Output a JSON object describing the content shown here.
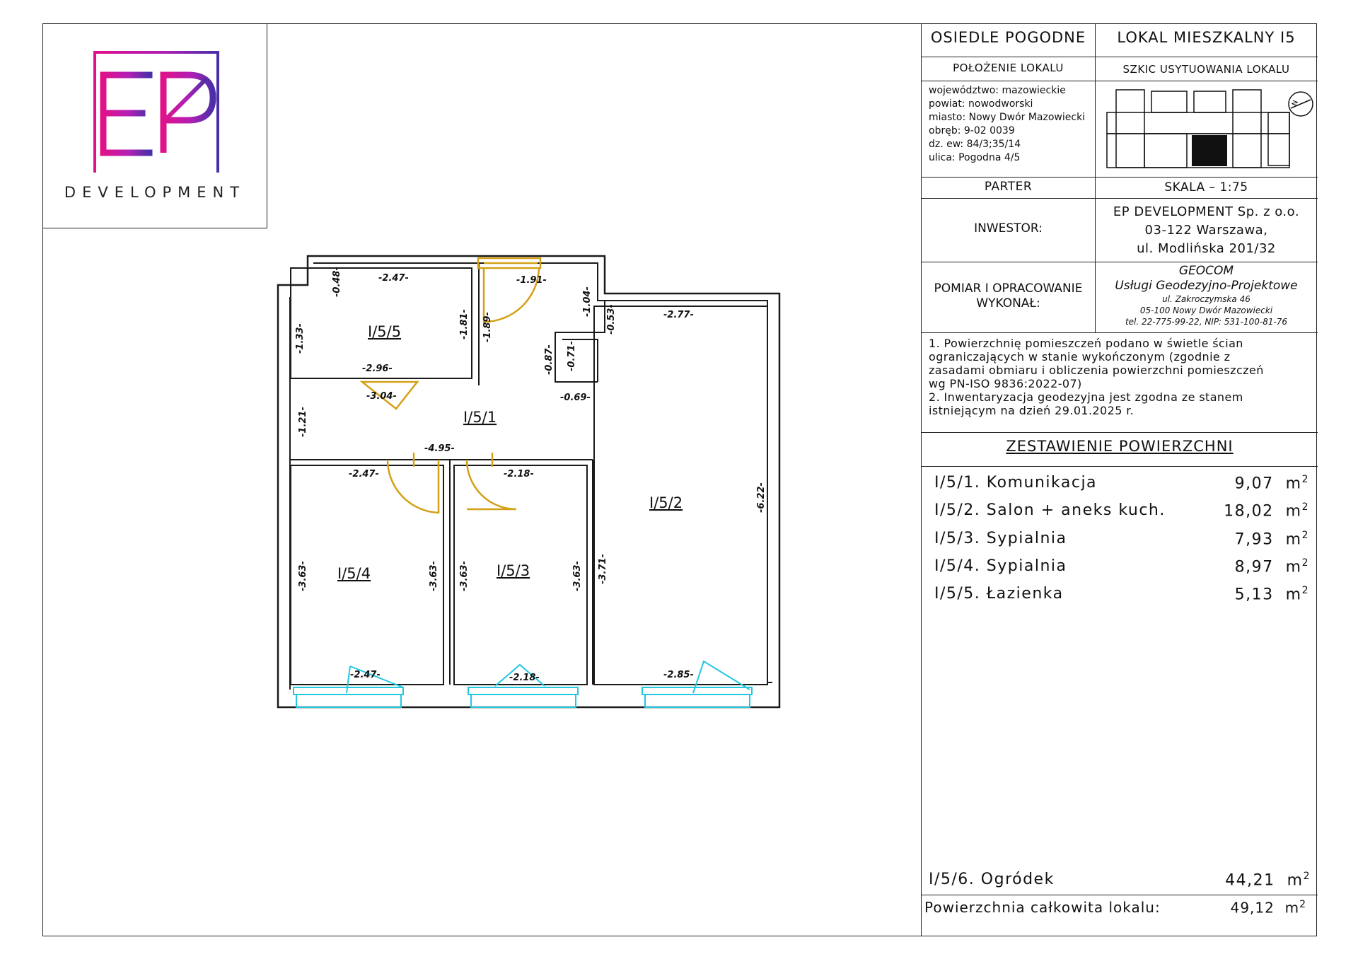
{
  "logo": {
    "letters": "EP",
    "subtitle": "DEVELOPMENT",
    "colors": {
      "gradient_start": "#e0118a",
      "gradient_mid": "#b21fb5",
      "gradient_end": "#4a2fa8"
    }
  },
  "title_block": {
    "estate": "OSIEDLE POGODNE",
    "unit": "LOKAL MIESZKALNY I5",
    "location_header": "POŁOŻENIE LOKALU",
    "sketch_header": "SZKIC USYTUOWANIA LOKALU",
    "location_lines": [
      "województwo: mazowieckie",
      "powiat: nowodworski",
      "miasto: Nowy Dwór Mazowiecki",
      "obręb: 9-02 0039",
      "dz. ew: 84/3;35/14",
      "ulica: Pogodna 4/5"
    ],
    "floor": "PARTER",
    "scale": "SKALA – 1:75",
    "investor_label": "INWESTOR:",
    "investor_lines": [
      "EP DEVELOPMENT Sp. z o.o.",
      "03-122 Warszawa,",
      "ul. Modlińska 201/32"
    ],
    "survey_label_lines": [
      "POMIAR I OPRACOWANIE",
      "WYKONAŁ:"
    ],
    "survey_lines": [
      "GEOCOM",
      "Usługi Geodezyjno-Projektowe",
      "ul. Zakroczymska 46",
      "05-100 Nowy Dwór Mazowiecki",
      "tel. 22-775-99-22, NIP: 531-100-81-76"
    ],
    "notes": [
      "1. Powierzchnię pomieszczeń podano w świetle ścian",
      "ograniczających w stanie wykończonym (zgodnie z",
      "zasadami obmiaru i obliczenia powierzchni pomieszczeń",
      "wg PN-ISO 9836:2022-07)",
      "2. Inwentaryzacja geodezyjna jest zgodna ze stanem",
      "istniejącym na dzień 29.01.2025 r."
    ]
  },
  "areas": {
    "title": "ZESTAWIENIE POWIERZCHNI",
    "unit": "m",
    "unit_exp": "2",
    "rooms": [
      {
        "name": "I/5/1. Komunikacja",
        "value": "9,07"
      },
      {
        "name": "I/5/2. Salon + aneks kuch.",
        "value": "18,02"
      },
      {
        "name": "I/5/3. Sypialnia",
        "value": "7,93"
      },
      {
        "name": "I/5/4. Sypialnia",
        "value": "8,97"
      },
      {
        "name": "I/5/5. Łazienka",
        "value": "5,13"
      }
    ],
    "garden": {
      "name": "I/5/6. Ogródek",
      "value": "44,21"
    },
    "total": {
      "name": "Powierzchnia całkowita lokalu:",
      "value": "49,12"
    }
  },
  "plan": {
    "room_labels": [
      "I/5/5",
      "I/5/1",
      "I/5/2",
      "I/5/4",
      "I/5/3"
    ],
    "dimensions": [
      "-2.47-",
      "-0.48-",
      "-1.33-",
      "-1.81-",
      "-1.89-",
      "-1.91-",
      "-1.04-",
      "-0.53-",
      "-2.77-",
      "-2.96-",
      "-3.04-",
      "-0.87-",
      "-0.71-",
      "-0.69-",
      "-1.21-",
      "-4.95-",
      "-2.47-",
      "-2.18-",
      "-6.22-",
      "-3.63-",
      "-3.63-",
      "-3.63-",
      "-3.63-",
      "-3.71-",
      "-2.47-",
      "-2.18-",
      "-2.85-"
    ],
    "north_label": "N",
    "colors": {
      "walls": "#1a1a1a",
      "doors": "#d4a017",
      "windows": "#22c8e0"
    }
  }
}
